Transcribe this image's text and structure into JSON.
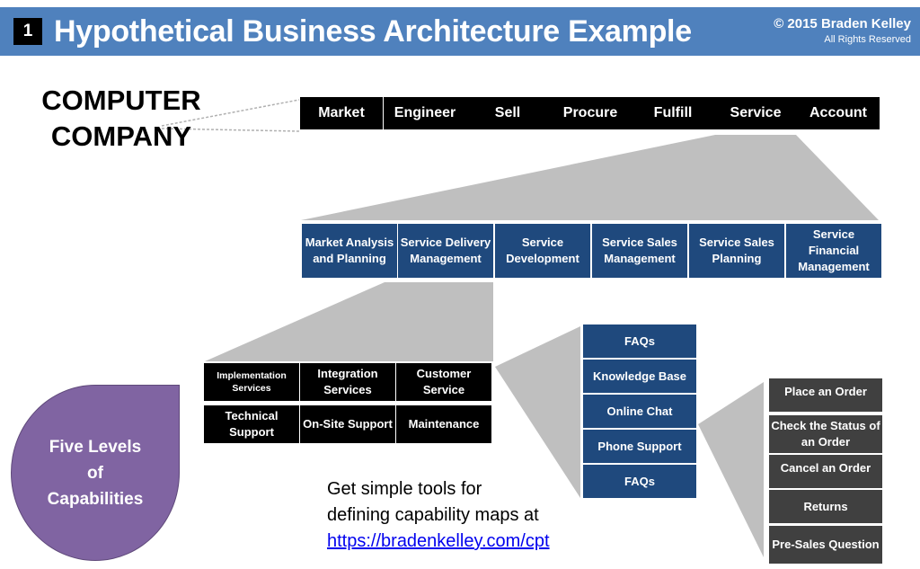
{
  "header": {
    "slide_number": "1",
    "title": "Hypothetical Business Architecture Example",
    "copyright": "© 2015 Braden Kelley",
    "rights": "All Rights Reserved"
  },
  "colors": {
    "header_bg": "#4f81bd",
    "level1_bg": "#000000",
    "level2_bg": "#1f497d",
    "level3_bg": "#000000",
    "level4_bg": "#1f497d",
    "level5_bg": "#404040",
    "funnel": "#bfbfbf",
    "teardrop": "#8064a2"
  },
  "company": {
    "line1": "COMPUTER",
    "line2": "COMPANY"
  },
  "level1": {
    "items": [
      "Market",
      "Engineer",
      "Sell",
      "Procure",
      "Fulfill",
      "Service",
      "Account"
    ],
    "expanded": "Service"
  },
  "level2": {
    "items": [
      "Market Analysis and Planning",
      "Service Delivery Management",
      "Service Development",
      "Service Sales Management",
      "Service Sales Planning",
      "Service Financial Management"
    ],
    "expanded": "Service Delivery Management"
  },
  "level3": {
    "items": [
      "Implementation Services",
      "Integration Services",
      "Customer Service",
      "Technical Support",
      "On-Site Support",
      "Maintenance"
    ],
    "expanded": "Customer Service"
  },
  "level4": {
    "items": [
      "FAQs",
      "Knowledge Base",
      "Online Chat",
      "Phone Support",
      "FAQs"
    ],
    "expanded": "Online Chat"
  },
  "level5": {
    "items": [
      "Place an Order",
      "Check the Status of an Order",
      "Cancel an Order",
      "Returns",
      "Pre-Sales Question"
    ]
  },
  "callout": {
    "line1": "Five Levels",
    "line2": "of",
    "line3": "Capabilities"
  },
  "promo": {
    "line1": "Get simple tools for",
    "line2": "defining capability maps at",
    "link": "https://bradenkelley.com/cpt"
  }
}
